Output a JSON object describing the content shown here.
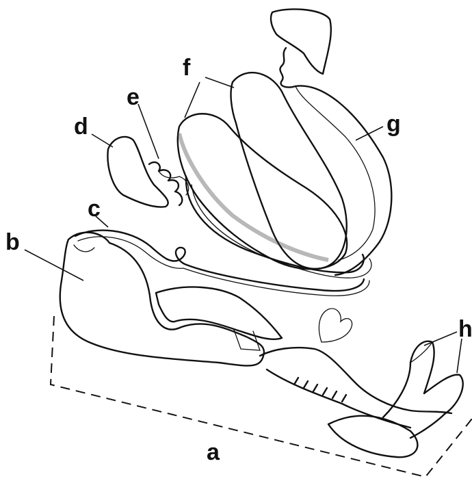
{
  "labels": {
    "a": "a",
    "b": "b",
    "c": "c",
    "d": "d",
    "e": "e",
    "f": "f",
    "g": "g",
    "h": "h"
  },
  "colors": {
    "ink": "#111111",
    "background": "#ffffff",
    "stipple": "#9a9a9a"
  }
}
